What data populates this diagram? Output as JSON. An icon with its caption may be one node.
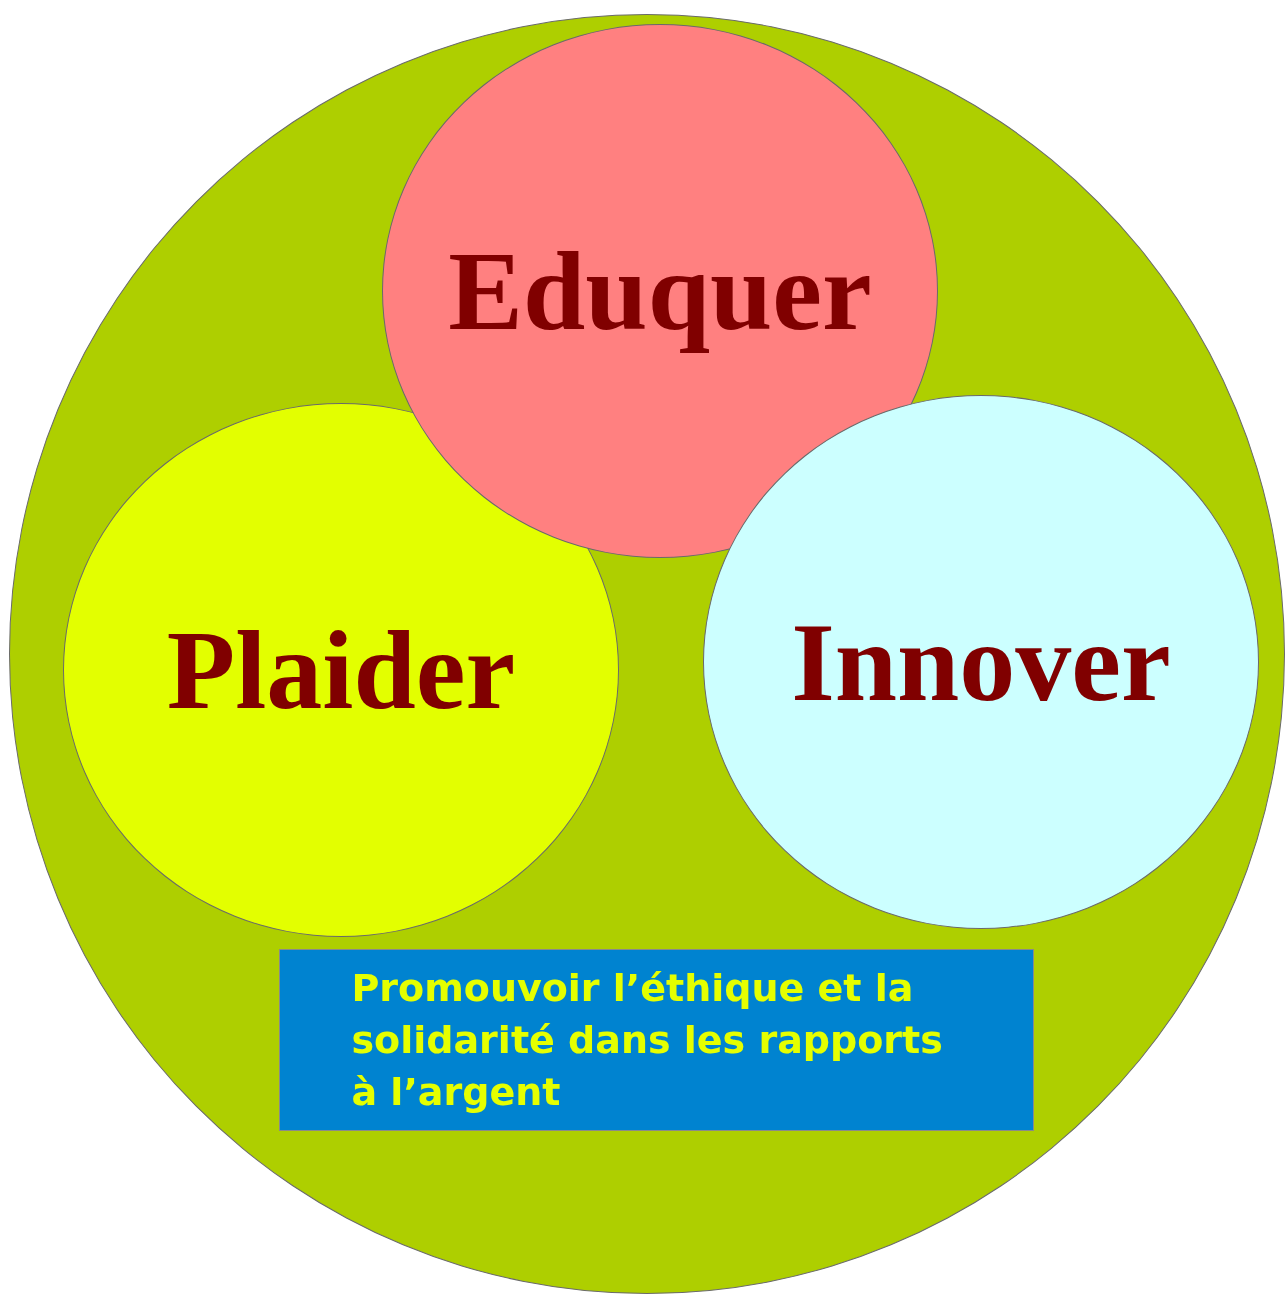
{
  "diagram": {
    "nodes": [
      {
        "text": [],
        "shape": "circle"
      },
      {
        "text": [
          "Eduquer"
        ],
        "in": 0
      },
      {
        "text": [
          "Plaider"
        ],
        "in": 0
      },
      {
        "text": [
          "Innover"
        ],
        "in": 0
      },
      {
        "text": [
          "Promouvoir l’éthique et la solidarité dans les rapports à l’argent"
        ],
        "in": 0
      }
    ]
  }
}
